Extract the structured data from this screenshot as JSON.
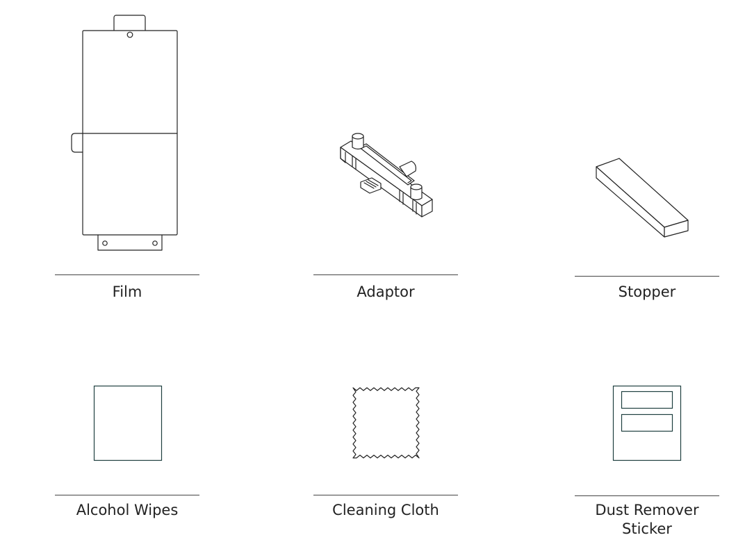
{
  "items": [
    {
      "id": "film",
      "label": "Film",
      "icon": "film-icon"
    },
    {
      "id": "adaptor",
      "label": "Adaptor",
      "icon": "adaptor-icon"
    },
    {
      "id": "stopper",
      "label": "Stopper",
      "icon": "stopper-icon"
    },
    {
      "id": "alcohol-wipes",
      "label": "Alcohol Wipes",
      "icon": "alcohol-wipes-icon"
    },
    {
      "id": "cleaning-cloth",
      "label": "Cleaning Cloth",
      "icon": "cleaning-cloth-icon"
    },
    {
      "id": "dust-remover-sticker",
      "label": "Dust Remover\nSticker",
      "icon": "dust-remover-sticker-icon"
    }
  ],
  "colors": {
    "line": "#222222",
    "text": "#222222",
    "background": "#ffffff"
  }
}
